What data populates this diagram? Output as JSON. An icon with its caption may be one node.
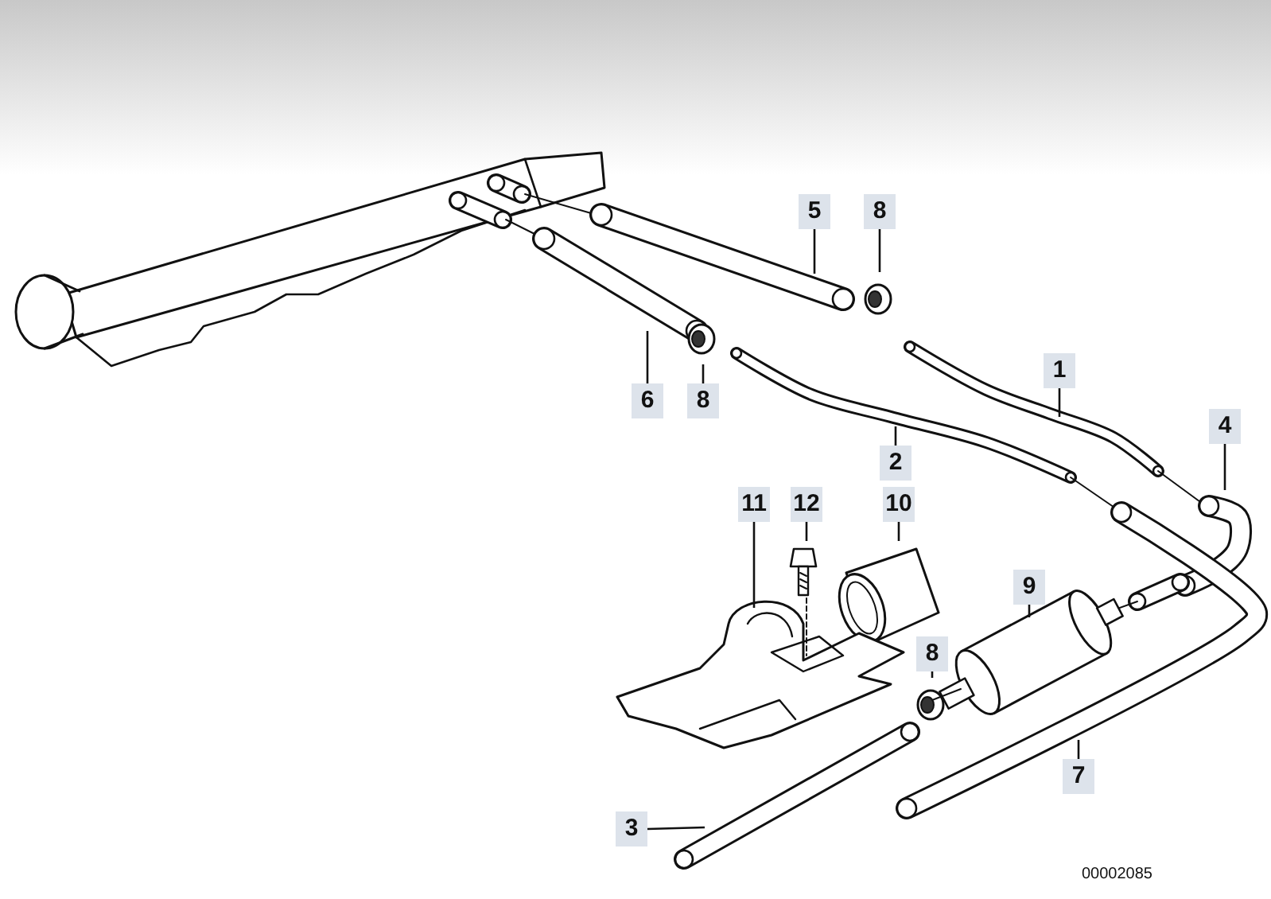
{
  "diagram": {
    "nodes": [
      {
        "text": [
          "5"
        ]
      },
      {
        "text": [
          "8"
        ]
      },
      {
        "text": [
          "1"
        ]
      },
      {
        "text": [
          "6"
        ]
      },
      {
        "text": [
          "8"
        ]
      },
      {
        "text": [
          "4"
        ]
      },
      {
        "text": [
          "2"
        ]
      },
      {
        "text": [
          "11"
        ]
      },
      {
        "text": [
          "12"
        ]
      },
      {
        "text": [
          "10"
        ]
      },
      {
        "text": [
          "9"
        ]
      },
      {
        "text": [
          "8"
        ]
      },
      {
        "text": [
          "7"
        ]
      },
      {
        "text": [
          "3"
        ]
      }
    ],
    "edges": [
      {
        "from": 0,
        "to": null,
        "arrow": "none"
      },
      {
        "from": 1,
        "to": null,
        "arrow": "none"
      },
      {
        "from": 2,
        "to": null,
        "arrow": "none"
      },
      {
        "from": 3,
        "to": null,
        "arrow": "none"
      },
      {
        "from": 4,
        "to": null,
        "arrow": "none"
      },
      {
        "from": 5,
        "to": null,
        "arrow": "none"
      },
      {
        "from": 6,
        "to": null,
        "arrow": "none"
      },
      {
        "from": 7,
        "to": null,
        "arrow": "none"
      },
      {
        "from": 8,
        "to": null,
        "arrow": "none"
      },
      {
        "from": 9,
        "to": null,
        "arrow": "none"
      },
      {
        "from": 10,
        "to": null,
        "arrow": "none"
      },
      {
        "from": 11,
        "to": null,
        "arrow": "none"
      },
      {
        "from": 12,
        "to": null,
        "arrow": "none"
      },
      {
        "from": 13,
        "to": null,
        "arrow": "none"
      }
    ],
    "labels": [
      "00002085"
    ]
  }
}
